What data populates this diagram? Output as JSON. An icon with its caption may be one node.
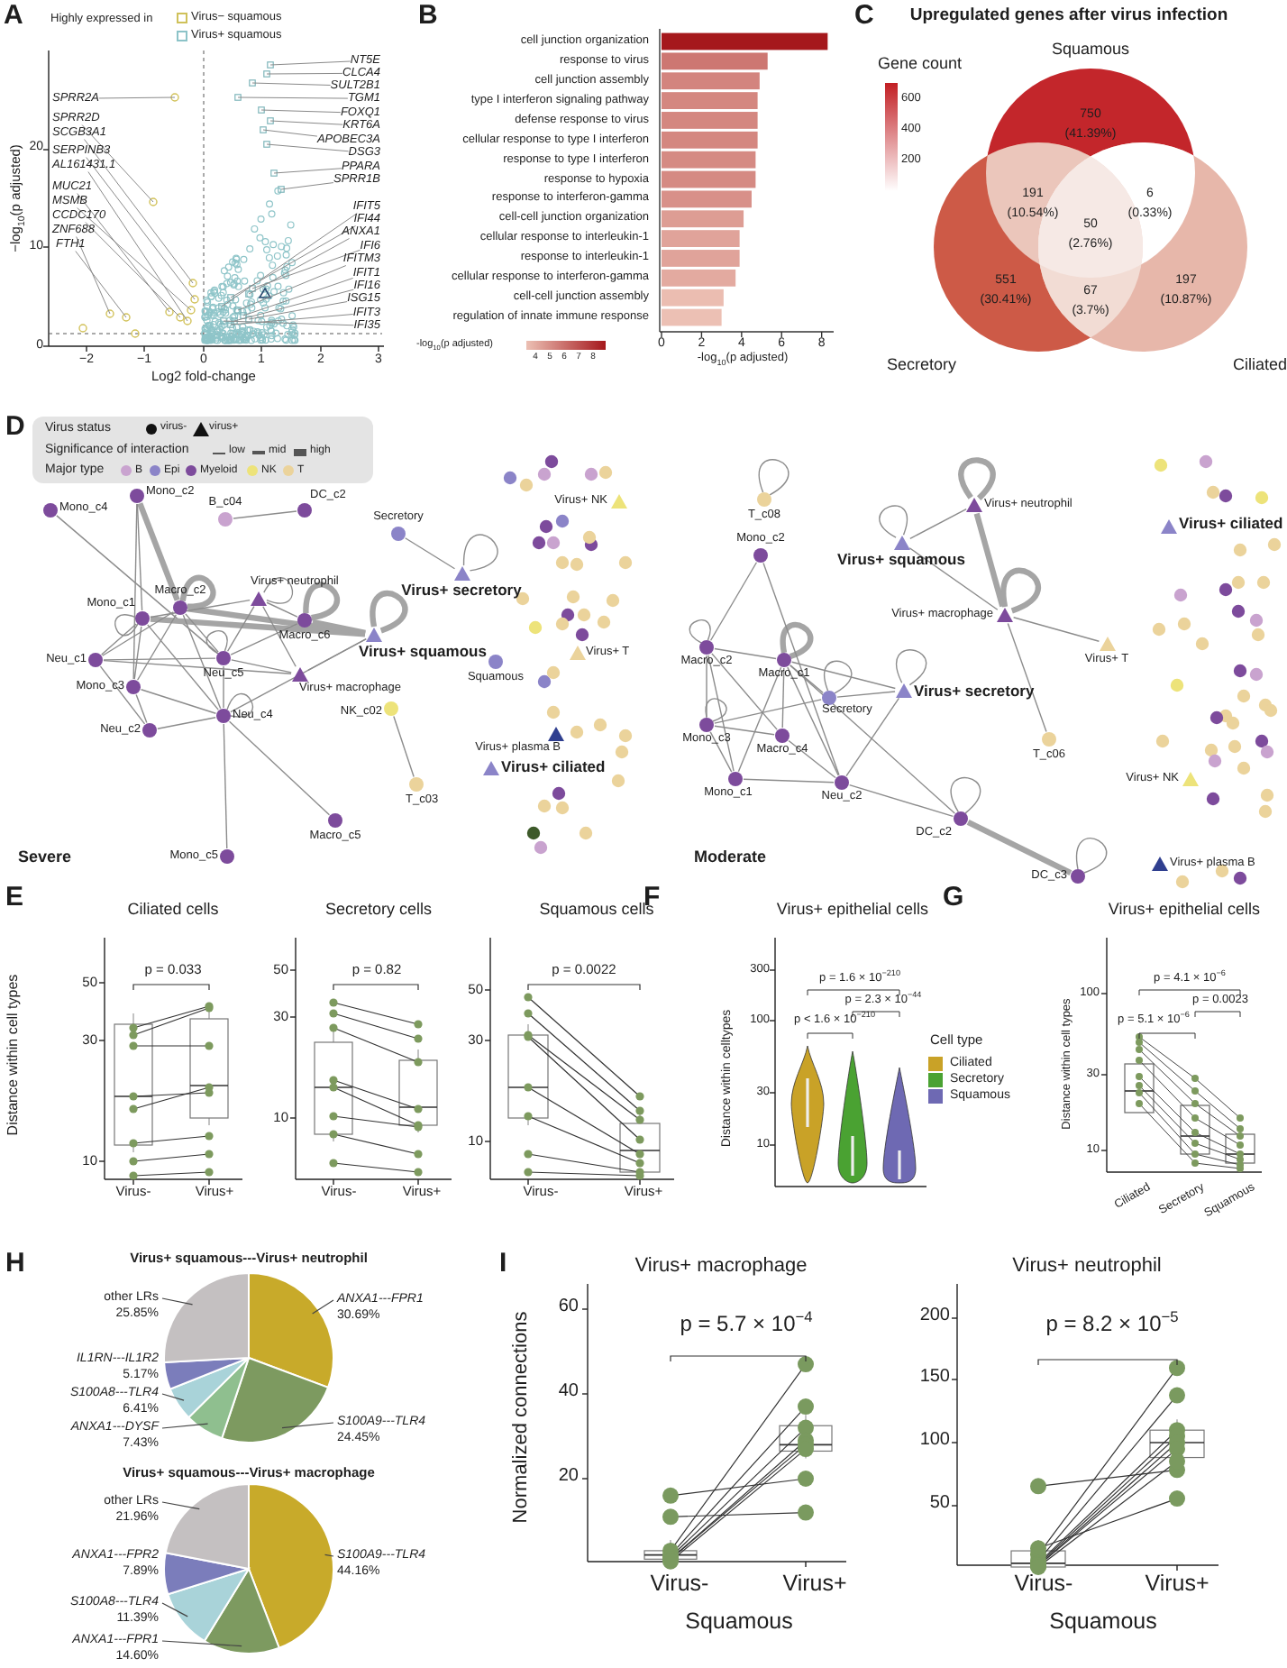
{
  "diagram": {
    "nodes": [
      {
        "text": [
          "SPRR2A"
        ]
      },
      {
        "text": [
          "SPRR2D"
        ]
      },
      {
        "text": [
          "SCGB3A1"
        ]
      },
      {
        "text": [
          "SERPINB3"
        ]
      },
      {
        "text": [
          "AL161431.1"
        ]
      },
      {
        "text": [
          "MUC21"
        ]
      },
      {
        "text": [
          "MSMB"
        ]
      },
      {
        "text": [
          "CCDC170"
        ]
      },
      {
        "text": [
          "ZNF688"
        ]
      },
      {
        "text": [
          "FTH1"
        ]
      },
      {
        "text": [
          "NT5E"
        ]
      },
      {
        "text": [
          "CLCA4"
        ]
      },
      {
        "text": [
          "SULT2B1"
        ]
      },
      {
        "text": [
          "TGM1"
        ]
      },
      {
        "text": [
          "FOXQ1"
        ]
      },
      {
        "text": [
          "KRT6A"
        ]
      },
      {
        "text": [
          "APOBEC3A"
        ]
      },
      {
        "text": [
          "DSG3"
        ]
      },
      {
        "text": [
          "PPARA"
        ]
      },
      {
        "text": [
          "SPRR1B"
        ]
      },
      {
        "text": [
          "IFIT5"
        ]
      },
      {
        "text": [
          "IFI44"
        ]
      },
      {
        "text": [
          "ANXA1"
        ]
      },
      {
        "text": [
          "IFI6"
        ]
      },
      {
        "text": [
          "IFITM3"
        ]
      },
      {
        "text": [
          "IFIT1"
        ]
      },
      {
        "text": [
          "IFI16"
        ]
      },
      {
        "text": [
          "ISG15"
        ]
      },
      {
        "text": [
          "IFIT3"
        ]
      },
      {
        "text": [
          "IFI35"
        ]
      },
      {
        "text": [
          "Squamous"
        ]
      },
      {
        "text": [
          "Secretory"
        ]
      },
      {
        "text": [
          "Ciliated"
        ]
      },
      {
        "text": [],
        "shape": "circle",
        "beside": [
          "Mono_c4"
        ]
      },
      {
        "text": [],
        "shape": "circle",
        "beside": [
          "Mono_c2"
        ]
      },
      {
        "text": [],
        "shape": "circle",
        "beside": [
          "B_c04"
        ]
      },
      {
        "text": [],
        "shape": "circle",
        "beside": [
          "DC_c2"
        ]
      },
      {
        "text": [],
        "shape": "circle",
        "beside": [
          "Secretory"
        ]
      },
      {
        "text": [],
        "shape": "triangle",
        "beside": [
          "Virus+ secretory"
        ]
      },
      {
        "text": [],
        "shape": "circle",
        "beside": [
          "Macro_c2"
        ]
      },
      {
        "text": [],
        "shape": "triangle",
        "beside": [
          "Virus+ neutrophil"
        ]
      },
      {
        "text": [],
        "shape": "circle",
        "beside": [
          "Mono_c1"
        ]
      },
      {
        "text": [],
        "shape": "circle",
        "beside": [
          "Macro_c6"
        ]
      },
      {
        "text": [],
        "shape": "triangle",
        "beside": [
          "Virus+ squamous"
        ]
      },
      {
        "text": [],
        "shape": "circle",
        "beside": [
          "Neu_c1"
        ]
      },
      {
        "text": [],
        "shape": "circle",
        "beside": [
          "Neu_c5"
        ]
      },
      {
        "text": [],
        "shape": "circle",
        "beside": [
          "Squamous"
        ]
      },
      {
        "text": [],
        "shape": "circle",
        "beside": [
          "Mono_c3"
        ]
      },
      {
        "text": [],
        "shape": "triangle",
        "beside": [
          "Virus+ macrophage"
        ]
      },
      {
        "text": [],
        "shape": "circle",
        "beside": [
          "Neu_c4"
        ]
      },
      {
        "text": [],
        "shape": "circle",
        "beside": [
          "Neu_c2"
        ]
      },
      {
        "text": [],
        "shape": "circle",
        "beside": [
          "NK_c02"
        ]
      },
      {
        "text": [],
        "shape": "circle",
        "beside": [
          "T_c03"
        ]
      },
      {
        "text": [],
        "shape": "circle",
        "beside": [
          "Macro_c5"
        ]
      },
      {
        "text": [],
        "shape": "circle",
        "beside": [
          "Mono_c5"
        ]
      },
      {
        "text": [],
        "shape": "triangle",
        "beside": [
          "Virus+ NK"
        ]
      },
      {
        "text": [],
        "shape": "triangle",
        "beside": [
          "Virus+ T"
        ]
      },
      {
        "text": [],
        "shape": "triangle",
        "beside": [
          "Virus+ plasma B"
        ]
      },
      {
        "text": [],
        "shape": "triangle",
        "beside": [
          "Virus+ ciliated"
        ]
      },
      {
        "text": [],
        "shape": "circle",
        "beside": [
          "T_c08"
        ]
      },
      {
        "text": [],
        "shape": "triangle",
        "beside": [
          "Virus+ neutrophil"
        ]
      },
      {
        "text": [],
        "shape": "triangle",
        "beside": [
          "Virus+ ciliated"
        ]
      },
      {
        "text": [],
        "shape": "triangle",
        "beside": [
          "Virus+ squamous"
        ]
      },
      {
        "text": [],
        "shape": "circle",
        "beside": [
          "Mono_c2"
        ]
      },
      {
        "text": [],
        "shape": "triangle",
        "beside": [
          "Virus+ macrophage"
        ]
      },
      {
        "text": [],
        "shape": "triangle",
        "beside": [
          "Virus+ T"
        ]
      },
      {
        "text": [],
        "shape": "circle",
        "beside": [
          "Macro_c2"
        ]
      },
      {
        "text": [],
        "shape": "circle",
        "beside": [
          "Macro_c1"
        ]
      },
      {
        "text": [],
        "shape": "triangle",
        "beside": [
          "Virus+ secretory"
        ]
      },
      {
        "text": [],
        "shape": "circle",
        "beside": [
          "Secretory"
        ]
      },
      {
        "text": [],
        "shape": "circle",
        "beside": [
          "Mono_c3"
        ]
      },
      {
        "text": [],
        "shape": "circle",
        "beside": [
          "Macro_c4"
        ]
      },
      {
        "text": [],
        "shape": "circle",
        "beside": [
          "T_c06"
        ]
      },
      {
        "text": [],
        "shape": "circle",
        "beside": [
          "Mono_c1"
        ]
      },
      {
        "text": [],
        "shape": "triangle",
        "beside": [
          "Virus+ NK"
        ]
      },
      {
        "text": [],
        "shape": "circle",
        "beside": [
          "Neu_c2"
        ]
      },
      {
        "text": [],
        "shape": "circle",
        "beside": [
          "DC_c2"
        ]
      },
      {
        "text": [],
        "shape": "triangle",
        "beside": [
          "Virus+ plasma B"
        ]
      },
      {
        "text": [],
        "shape": "circle",
        "beside": [
          "DC_c3"
        ]
      }
    ],
    "edges": [
      {
        "from": 0,
        "to": null,
        "arrow": "none"
      },
      {
        "from": 1,
        "to": null,
        "arrow": "none"
      },
      {
        "from": 2,
        "to": null,
        "arrow": "none"
      },
      {
        "from": 3,
        "to": null,
        "arrow": "none"
      },
      {
        "from": 4,
        "to": null,
        "arrow": "none"
      },
      {
        "from": 5,
        "to": null,
        "arrow": "none"
      },
      {
        "from": 6,
        "to": null,
        "arrow": "none"
      },
      {
        "from": 7,
        "to": null,
        "arrow": "none"
      },
      {
        "from": 8,
        "to": null,
        "arrow": "none"
      },
      {
        "from": 9,
        "to": null,
        "arrow": "none"
      },
      {
        "from": 10,
        "to": null,
        "arrow": "none"
      },
      {
        "from": 11,
        "to": null,
        "arrow": "none"
      },
      {
        "from": 12,
        "to": null,
        "arrow": "none"
      },
      {
        "from": 13,
        "to": null,
        "arrow": "none"
      },
      {
        "from": 14,
        "to": null,
        "arrow": "none"
      },
      {
        "from": 15,
        "to": null,
        "arrow": "none"
      },
      {
        "from": 16,
        "to": null,
        "arrow": "none"
      },
      {
        "from": 17,
        "to": null,
        "arrow": "none"
      },
      {
        "from": 18,
        "to": null,
        "arrow": "none"
      },
      {
        "from": 19,
        "to": null,
        "arrow": "none"
      },
      {
        "from": 20,
        "to": null,
        "arrow": "none"
      },
      {
        "from": 21,
        "to": null,
        "arrow": "none"
      },
      {
        "from": 22,
        "to": null,
        "arrow": "none"
      },
      {
        "from": 23,
        "to": null,
        "arrow": "none"
      },
      {
        "from": 24,
        "to": null,
        "arrow": "none"
      },
      {
        "from": 25,
        "to": null,
        "arrow": "none"
      },
      {
        "from": 26,
        "to": null,
        "arrow": "none"
      },
      {
        "from": 27,
        "to": null,
        "arrow": "none"
      },
      {
        "from": 28,
        "to": null,
        "arrow": "none"
      },
      {
        "from": 29,
        "to": null,
        "arrow": "none"
      },
      {
        "from": 38,
        "to": 38,
        "arrow": "none"
      },
      {
        "from": 39,
        "to": 39,
        "arrow": "none",
        "style": "thick"
      },
      {
        "from": 40,
        "to": 40,
        "arrow": "none"
      },
      {
        "from": 42,
        "to": 42,
        "arrow": "none",
        "style": "thick"
      },
      {
        "from": 43,
        "to": 43,
        "arrow": "none",
        "style": "thick"
      },
      {
        "from": 45,
        "to": 45,
        "arrow": "none"
      },
      {
        "from": 49,
        "to": 49,
        "arrow": "none"
      },
      {
        "from": 41,
        "to": 41,
        "arrow": "none"
      },
      {
        "from": 33,
        "to": 45,
        "arrow": "none"
      },
      {
        "from": 34,
        "to": 39,
        "arrow": "none",
        "style": "thick"
      },
      {
        "from": 34,
        "to": 41,
        "arrow": "none"
      },
      {
        "from": 34,
        "to": 47,
        "arrow": "none"
      },
      {
        "from": 35,
        "to": 36,
        "arrow": "none"
      },
      {
        "from": 37,
        "to": 38,
        "arrow": "none"
      },
      {
        "from": 39,
        "to": 43,
        "arrow": "none",
        "style": "thick"
      },
      {
        "from": 41,
        "to": 43,
        "arrow": "none",
        "style": "thick"
      },
      {
        "from": 42,
        "to": 43,
        "arrow": "none",
        "style": "thick"
      },
      {
        "from": 39,
        "to": 44,
        "arrow": "none"
      },
      {
        "from": 39,
        "to": 49,
        "arrow": "none"
      },
      {
        "from": 39,
        "to": 45,
        "arrow": "none"
      },
      {
        "from": 39,
        "to": 47,
        "arrow": "none"
      },
      {
        "from": 40,
        "to": 45,
        "arrow": "none"
      },
      {
        "from": 40,
        "to": 41,
        "arrow": "none"
      },
      {
        "from": 40,
        "to": 42,
        "arrow": "none"
      },
      {
        "from": 40,
        "to": 48,
        "arrow": "none"
      },
      {
        "from": 41,
        "to": 44,
        "arrow": "none"
      },
      {
        "from": 41,
        "to": 49,
        "arrow": "none"
      },
      {
        "from": 44,
        "to": 45,
        "arrow": "none"
      },
      {
        "from": 44,
        "to": 48,
        "arrow": "none"
      },
      {
        "from": 44,
        "to": 50,
        "arrow": "none"
      },
      {
        "from": 45,
        "to": 48,
        "arrow": "none"
      },
      {
        "from": 45,
        "to": 49,
        "arrow": "none"
      },
      {
        "from": 47,
        "to": 49,
        "arrow": "none"
      },
      {
        "from": 49,
        "to": 50,
        "arrow": "none"
      },
      {
        "from": 47,
        "to": 50,
        "arrow": "none"
      },
      {
        "from": 48,
        "to": 43,
        "arrow": "none"
      },
      {
        "from": 49,
        "to": 43,
        "arrow": "none"
      },
      {
        "from": 49,
        "to": 53,
        "arrow": "none"
      },
      {
        "from": 49,
        "to": 54,
        "arrow": "none"
      },
      {
        "from": 51,
        "to": 52,
        "arrow": "none"
      },
      {
        "from": 45,
        "to": 42,
        "arrow": "none"
      },
      {
        "from": 41,
        "to": 47,
        "arrow": "none"
      },
      {
        "from": 59,
        "to": 59,
        "arrow": "none"
      },
      {
        "from": 60,
        "to": 60,
        "arrow": "none",
        "style": "thick"
      },
      {
        "from": 62,
        "to": 62,
        "arrow": "none"
      },
      {
        "from": 64,
        "to": 64,
        "arrow": "none",
        "style": "thick"
      },
      {
        "from": 67,
        "to": 67,
        "arrow": "none",
        "style": "thick"
      },
      {
        "from": 69,
        "to": 69,
        "arrow": "none"
      },
      {
        "from": 68,
        "to": 68,
        "arrow": "none"
      },
      {
        "from": 76,
        "to": 76,
        "arrow": "none"
      },
      {
        "from": 78,
        "to": 78,
        "arrow": "none"
      },
      {
        "from": 66,
        "to": 66,
        "arrow": "none"
      },
      {
        "from": 70,
        "to": 70,
        "arrow": "none"
      },
      {
        "from": 62,
        "to": 60,
        "arrow": "none"
      },
      {
        "from": 62,
        "to": 64,
        "arrow": "none"
      },
      {
        "from": 60,
        "to": 64,
        "arrow": "none",
        "style": "thick"
      },
      {
        "from": 64,
        "to": 65,
        "arrow": "none"
      },
      {
        "from": 64,
        "to": 72,
        "arrow": "none"
      },
      {
        "from": 63,
        "to": 66,
        "arrow": "none"
      },
      {
        "from": 63,
        "to": 75,
        "arrow": "none"
      },
      {
        "from": 66,
        "to": 67,
        "arrow": "none"
      },
      {
        "from": 66,
        "to": 70,
        "arrow": "none"
      },
      {
        "from": 66,
        "to": 73,
        "arrow": "none"
      },
      {
        "from": 66,
        "to": 71,
        "arrow": "none"
      },
      {
        "from": 67,
        "to": 69,
        "arrow": "none"
      },
      {
        "from": 67,
        "to": 68,
        "arrow": "none"
      },
      {
        "from": 67,
        "to": 71,
        "arrow": "none"
      },
      {
        "from": 67,
        "to": 75,
        "arrow": "none"
      },
      {
        "from": 69,
        "to": 68,
        "arrow": "none"
      },
      {
        "from": 70,
        "to": 71,
        "arrow": "none"
      },
      {
        "from": 70,
        "to": 73,
        "arrow": "none"
      },
      {
        "from": 70,
        "to": 69,
        "arrow": "none"
      },
      {
        "from": 71,
        "to": 75,
        "arrow": "none"
      },
      {
        "from": 73,
        "to": 75,
        "arrow": "none"
      },
      {
        "from": 73,
        "to": 67,
        "arrow": "none"
      },
      {
        "from": 75,
        "to": 76,
        "arrow": "none"
      },
      {
        "from": 68,
        "to": 75,
        "arrow": "none"
      },
      {
        "from": 76,
        "to": 78,
        "arrow": "none",
        "style": "thick"
      },
      {
        "from": 67,
        "to": 76,
        "arrow": "none"
      }
    ],
    "labels": [
      "A",
      "Highly expressed in",
      "20",
      "10",
      "0",
      "−2",
      "−1",
      "0",
      "1",
      "2",
      "3",
      "Log2 fold-change",
      "−log$_{10}$(p adjusted)",
      "B",
      "-log$_{10}$(p adjusted)",
      "4",
      "5",
      "6",
      "7",
      "8",
      "C",
      "Upregulated genes after virus infection",
      "Gene count",
      "600",
      "400",
      "200",
      "750 (41.39%)",
      "191 (10.54%)",
      "6 (0.33%)",
      "50 (2.76%)",
      "551 (30.41%)",
      "67 (3.7%)",
      "197 (10.87%)",
      "D",
      "Virus status",
      "Significance of interaction",
      "Major type",
      "Severe",
      "Moderate",
      "E",
      "Ciliated cells",
      "Secretory cells",
      "Squamous cells",
      "Distance within cell types",
      "50",
      "30",
      "10",
      "p = 0.033",
      "Virus-",
      "Virus+",
      "50",
      "30",
      "10",
      "p = 0.82",
      "Virus-",
      "Virus+",
      "50",
      "30",
      "10",
      "p = 0.0022",
      "Virus-",
      "Virus+",
      "F",
      "Virus+ epithelial cells",
      "Distance within celltypes",
      "300",
      "100",
      "30",
      "10",
      "p = 1.6 × 10$^{−210}$",
      "p = 2.3 × 10$^{−44}$",
      "p < 1.6 × 10$^{−210}$",
      "Cell type",
      "G",
      "Virus+ epithelial cells",
      "Distance within cell types",
      "100",
      "30",
      "10",
      "p = 4.1 × 10$^{−6}$",
      "p = 0.0023",
      "p = 5.1 × 10$^{−6}$",
      "Ciliated",
      "Secretory",
      "Squamous",
      "H",
      "I",
      "Virus+ macrophage",
      "Virus+ neutrophil",
      "Normalized connections",
      "60",
      "40",
      "20",
      "p = 5.7 × 10$^{−4}$",
      "Virus-",
      "Virus+",
      "Squamous",
      "200",
      "150",
      "100",
      "50",
      "p = 8.2 × 10$^{−5}$",
      "Virus-",
      "Virus+",
      "Squamous"
    ],
    "legend": [
      {
        "text": "Virus− squamous"
      },
      {
        "text": "Virus+ squamous"
      },
      {
        "text": "virus-"
      },
      {
        "text": "virus+"
      },
      {
        "text": "low"
      },
      {
        "text": "mid"
      },
      {
        "text": "high"
      },
      {
        "text": "B",
        "color": "#c9a3cf"
      },
      {
        "text": "Epi",
        "color": "#8b84c8"
      },
      {
        "text": "Myeloid",
        "color": "#7d4b9c"
      },
      {
        "text": "NK",
        "color": "#ede37a"
      },
      {
        "text": "T",
        "color": "#ebd39b"
      },
      {
        "text": "Ciliated",
        "color": "#c9a227"
      },
      {
        "text": "Secretory",
        "color": "#4aa232"
      },
      {
        "text": "Squamous",
        "color": "#6e69b3"
      }
    ],
    "chart_data": [
      {
        "type": "bar",
        "orientation": "horizontal",
        "xlabel": "-log$_{10}$(p adjusted)",
        "categories": [
          "cell junction organization",
          "response to virus",
          "cell junction assembly",
          "type I interferon signaling pathway",
          "defense response to virus",
          "cellular response to type I interferon",
          "response to type I interferon",
          "response to hypoxia",
          "response to interferon-gamma",
          "cell-cell junction organization",
          "cellular response to interleukin-1",
          "response to interleukin-1",
          "cellular response to interferon-gamma",
          "cell-cell junction assembly",
          "regulation of innate immune response"
        ],
        "values": [
          8.3,
          5.3,
          4.9,
          4.8,
          4.8,
          4.8,
          4.7,
          4.7,
          4.5,
          4.1,
          3.9,
          3.9,
          3.7,
          3.1,
          3.0
        ],
        "xlim": [
          0,
          8.6
        ],
        "xticks": [
          0,
          2,
          4,
          6,
          8
        ]
      },
      {
        "type": "pie",
        "title": "Virus+ squamous---Virus+ neutrophil",
        "categories": [
          "ANXA1---FPR1",
          "S100A9---TLR4",
          "ANXA1---DYSF",
          "S100A8---TLR4",
          "IL1RN---IL1R2",
          "other LRs"
        ],
        "values": [
          30.69,
          24.45,
          7.43,
          6.41,
          5.17,
          25.85
        ],
        "value_labels": [
          "30.69%",
          "24.45%",
          "7.43%",
          "6.41%",
          "5.17%",
          "25.85%"
        ]
      },
      {
        "type": "pie",
        "title": "Virus+ squamous---Virus+ macrophage",
        "categories": [
          "S100A9---TLR4",
          "ANXA1---FPR1",
          "S100A8---TLR4",
          "ANXA1---FPR2",
          "other LRs"
        ],
        "values": [
          44.16,
          14.6,
          11.39,
          7.89,
          21.96
        ],
        "value_labels": [
          "44.16%",
          "14.60%",
          "11.39%",
          "7.89%",
          "21.96%"
        ]
      }
    ]
  }
}
